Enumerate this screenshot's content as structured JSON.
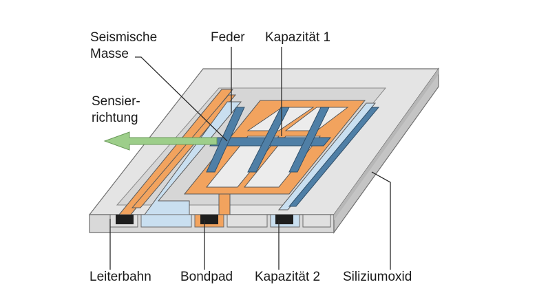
{
  "labels": {
    "seismic_mass": [
      "Seismische",
      "Masse"
    ],
    "spring": "Feder",
    "capacitance_1": "Kapazität 1",
    "sensing_direction": [
      "Sensier-",
      "richtung"
    ],
    "conductor_track": "Leiterbahn",
    "bondpad": "Bondpad",
    "capacitance_2": "Kapazität 2",
    "silicon_oxide": "Siliziumoxid"
  },
  "colors": {
    "substrate_top": "#e4e4e4",
    "substrate_side": "#c9c9c9",
    "structure_orange": "#f2a35e",
    "structure_blue": "#4f7fa6",
    "electrode_light_blue": "#c9dff0",
    "arrow_green": "#9dce8a",
    "pad_dark": "#1e1e1e"
  }
}
